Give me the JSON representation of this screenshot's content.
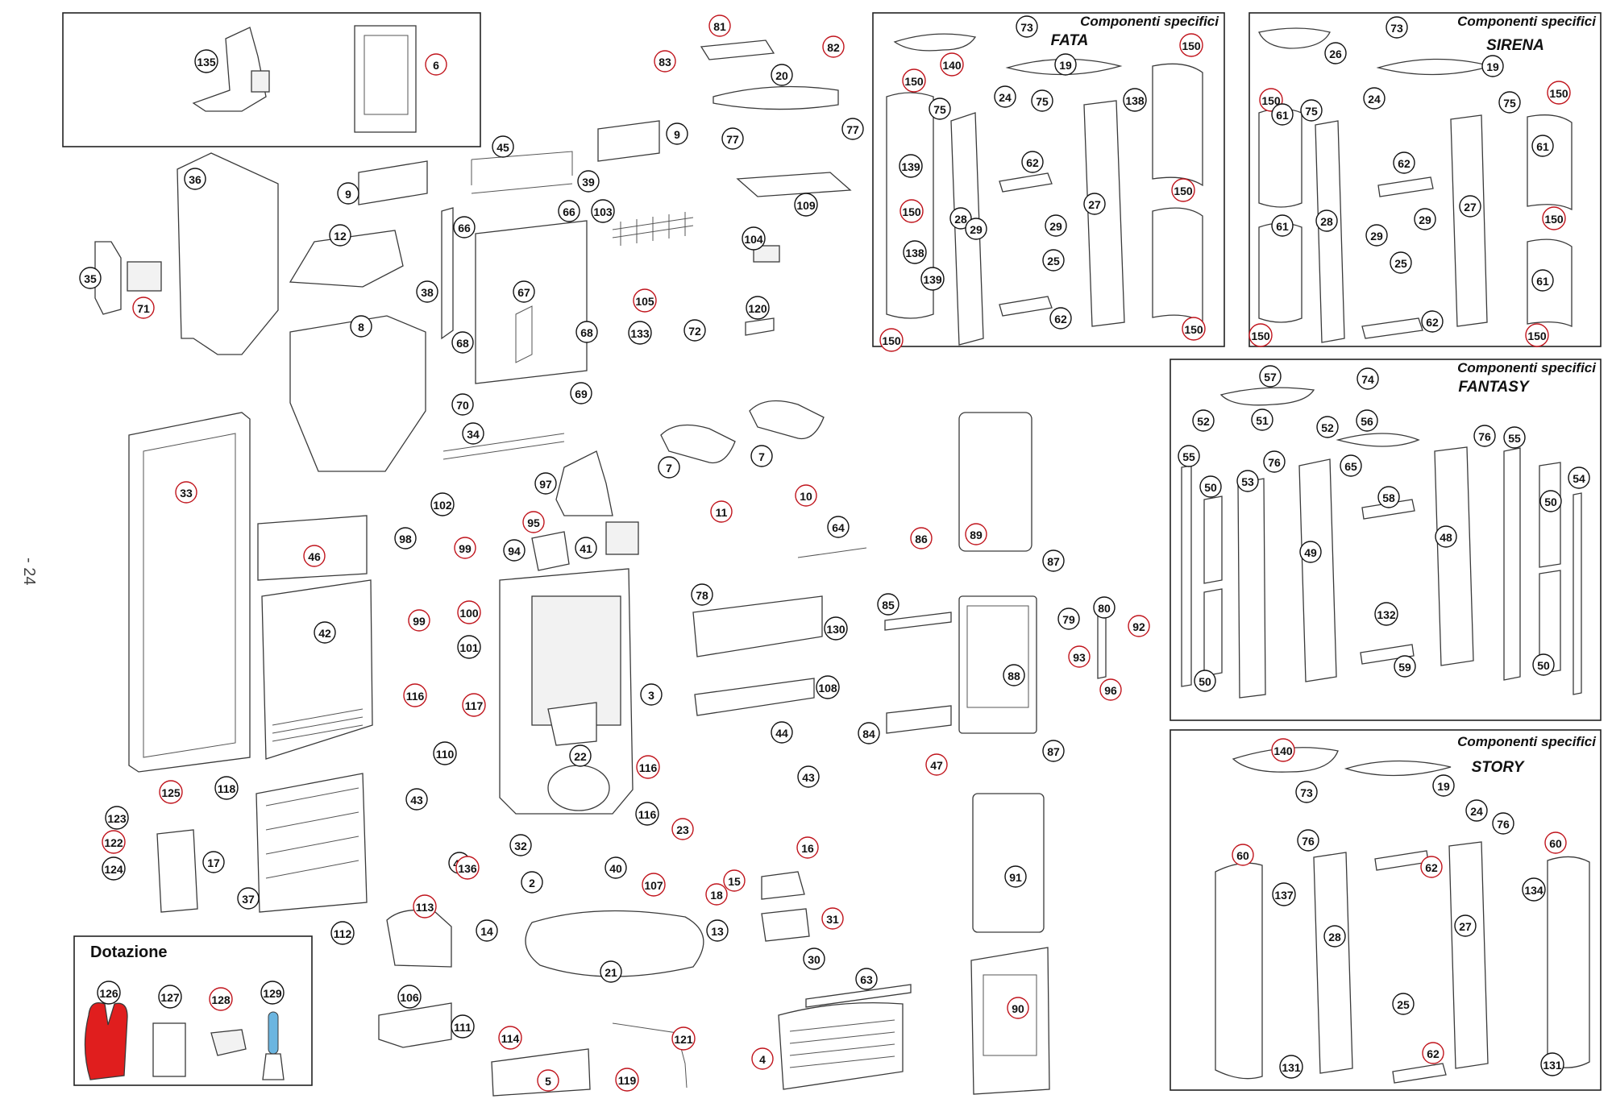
{
  "page_number": "- 24",
  "kit_label": "Dotazione",
  "variant_panels": [
    {
      "title": "Componenti specifici",
      "name": "FATA"
    },
    {
      "title": "Componenti specifici",
      "name": "SIRENA"
    },
    {
      "title": "Componenti specifici",
      "name": "FANTASY"
    },
    {
      "title": "Componenti specifici",
      "name": "STORY"
    }
  ],
  "colors": {
    "callout_red": "#c0141c",
    "callout_black": "#111111",
    "glove": "#e01e1e",
    "spatula_handle": "#6bb5e0"
  },
  "callouts": [
    {
      "label": "135",
      "red": false
    },
    {
      "label": "6",
      "red": true
    },
    {
      "label": "36",
      "red": false
    },
    {
      "label": "35",
      "red": false
    },
    {
      "label": "71",
      "red": true
    },
    {
      "label": "9",
      "red": false
    },
    {
      "label": "12",
      "red": false
    },
    {
      "label": "8",
      "red": false
    },
    {
      "label": "38",
      "red": false
    },
    {
      "label": "66",
      "red": false
    },
    {
      "label": "66",
      "red": false
    },
    {
      "label": "103",
      "red": false
    },
    {
      "label": "67",
      "red": false
    },
    {
      "label": "68",
      "red": false
    },
    {
      "label": "68",
      "red": false
    },
    {
      "label": "70",
      "red": false
    },
    {
      "label": "69",
      "red": false
    },
    {
      "label": "45",
      "red": false
    },
    {
      "label": "39",
      "red": false
    },
    {
      "label": "9",
      "red": false
    },
    {
      "label": "81",
      "red": true
    },
    {
      "label": "83",
      "red": true
    },
    {
      "label": "82",
      "red": true
    },
    {
      "label": "20",
      "red": false
    },
    {
      "label": "77",
      "red": false
    },
    {
      "label": "77",
      "red": false
    },
    {
      "label": "109",
      "red": false
    },
    {
      "label": "104",
      "red": false
    },
    {
      "label": "105",
      "red": true
    },
    {
      "label": "120",
      "red": false
    },
    {
      "label": "133",
      "red": false
    },
    {
      "label": "72",
      "red": false
    },
    {
      "label": "33",
      "red": true
    },
    {
      "label": "34",
      "red": false
    },
    {
      "label": "7",
      "red": false
    },
    {
      "label": "7",
      "red": false
    },
    {
      "label": "10",
      "red": true
    },
    {
      "label": "97",
      "red": false
    },
    {
      "label": "95",
      "red": true
    },
    {
      "label": "94",
      "red": false
    },
    {
      "label": "41",
      "red": false
    },
    {
      "label": "11",
      "red": true
    },
    {
      "label": "64",
      "red": false
    },
    {
      "label": "46",
      "red": true
    },
    {
      "label": "42",
      "red": false
    },
    {
      "label": "102",
      "red": false
    },
    {
      "label": "98",
      "red": false
    },
    {
      "label": "99",
      "red": true
    },
    {
      "label": "100",
      "red": true
    },
    {
      "label": "99",
      "red": true
    },
    {
      "label": "101",
      "red": false
    },
    {
      "label": "116",
      "red": true
    },
    {
      "label": "117",
      "red": true
    },
    {
      "label": "110",
      "red": false
    },
    {
      "label": "22",
      "red": false
    },
    {
      "label": "3",
      "red": false
    },
    {
      "label": "116",
      "red": true
    },
    {
      "label": "78",
      "red": false
    },
    {
      "label": "130",
      "red": false
    },
    {
      "label": "108",
      "red": false
    },
    {
      "label": "44",
      "red": false
    },
    {
      "label": "43",
      "red": false
    },
    {
      "label": "86",
      "red": true
    },
    {
      "label": "89",
      "red": true
    },
    {
      "label": "87",
      "red": false
    },
    {
      "label": "85",
      "red": false
    },
    {
      "label": "88",
      "red": false
    },
    {
      "label": "84",
      "red": false
    },
    {
      "label": "47",
      "red": true
    },
    {
      "label": "87",
      "red": false
    },
    {
      "label": "79",
      "red": false
    },
    {
      "label": "80",
      "red": false
    },
    {
      "label": "92",
      "red": true
    },
    {
      "label": "93",
      "red": true
    },
    {
      "label": "96",
      "red": true
    },
    {
      "label": "125",
      "red": true
    },
    {
      "label": "118",
      "red": false
    },
    {
      "label": "123",
      "red": false
    },
    {
      "label": "122",
      "red": true
    },
    {
      "label": "124",
      "red": false
    },
    {
      "label": "17",
      "red": false
    },
    {
      "label": "37",
      "red": false
    },
    {
      "label": "43",
      "red": false
    },
    {
      "label": "44",
      "red": false
    },
    {
      "label": "136",
      "red": true
    },
    {
      "label": "116",
      "red": false
    },
    {
      "label": "23",
      "red": true
    },
    {
      "label": "32",
      "red": false
    },
    {
      "label": "40",
      "red": false
    },
    {
      "label": "15",
      "red": true
    },
    {
      "label": "16",
      "red": true
    },
    {
      "label": "2",
      "red": false
    },
    {
      "label": "107",
      "red": true
    },
    {
      "label": "18",
      "red": true
    },
    {
      "label": "13",
      "red": false
    },
    {
      "label": "31",
      "red": true
    },
    {
      "label": "113",
      "red": true
    },
    {
      "label": "112",
      "red": false
    },
    {
      "label": "14",
      "red": false
    },
    {
      "label": "21",
      "red": false
    },
    {
      "label": "30",
      "red": false
    },
    {
      "label": "91",
      "red": false
    },
    {
      "label": "63",
      "red": false
    },
    {
      "label": "106",
      "red": false
    },
    {
      "label": "111",
      "red": false
    },
    {
      "label": "114",
      "red": true
    },
    {
      "label": "121",
      "red": true
    },
    {
      "label": "90",
      "red": true
    },
    {
      "label": "4",
      "red": true
    },
    {
      "label": "5",
      "red": true
    },
    {
      "label": "119",
      "red": true
    },
    {
      "label": "126",
      "red": false
    },
    {
      "label": "127",
      "red": false
    },
    {
      "label": "128",
      "red": true
    },
    {
      "label": "129",
      "red": false
    },
    {
      "label": "73",
      "red": false
    },
    {
      "label": "140",
      "red": true
    },
    {
      "label": "19",
      "red": false
    },
    {
      "label": "150",
      "red": true
    },
    {
      "label": "150",
      "red": true
    },
    {
      "label": "75",
      "red": false
    },
    {
      "label": "24",
      "red": false
    },
    {
      "label": "138",
      "red": false
    },
    {
      "label": "75",
      "red": false
    },
    {
      "label": "139",
      "red": false
    },
    {
      "label": "28",
      "red": false
    },
    {
      "label": "62",
      "red": false
    },
    {
      "label": "29",
      "red": false
    },
    {
      "label": "29",
      "red": false
    },
    {
      "label": "27",
      "red": false
    },
    {
      "label": "150",
      "red": true
    },
    {
      "label": "150",
      "red": true
    },
    {
      "label": "138",
      "red": false
    },
    {
      "label": "25",
      "red": false
    },
    {
      "label": "139",
      "red": false
    },
    {
      "label": "62",
      "red": false
    },
    {
      "label": "150",
      "red": true
    },
    {
      "label": "150",
      "red": true
    },
    {
      "label": "26",
      "red": false
    },
    {
      "label": "73",
      "red": false
    },
    {
      "label": "19",
      "red": false
    },
    {
      "label": "150",
      "red": true
    },
    {
      "label": "61",
      "red": false
    },
    {
      "label": "75",
      "red": false
    },
    {
      "label": "24",
      "red": false
    },
    {
      "label": "75",
      "red": false
    },
    {
      "label": "150",
      "red": true
    },
    {
      "label": "62",
      "red": false
    },
    {
      "label": "61",
      "red": false
    },
    {
      "label": "28",
      "red": false
    },
    {
      "label": "29",
      "red": false
    },
    {
      "label": "29",
      "red": false
    },
    {
      "label": "27",
      "red": false
    },
    {
      "label": "61",
      "red": false
    },
    {
      "label": "150",
      "red": true
    },
    {
      "label": "25",
      "red": false
    },
    {
      "label": "61",
      "red": false
    },
    {
      "label": "62",
      "red": false
    },
    {
      "label": "150",
      "red": true
    },
    {
      "label": "150",
      "red": true
    },
    {
      "label": "57",
      "red": false
    },
    {
      "label": "74",
      "red": false
    },
    {
      "label": "52",
      "red": false
    },
    {
      "label": "51",
      "red": false
    },
    {
      "label": "52",
      "red": false
    },
    {
      "label": "56",
      "red": false
    },
    {
      "label": "55",
      "red": false
    },
    {
      "label": "76",
      "red": false
    },
    {
      "label": "55",
      "red": false
    },
    {
      "label": "65",
      "red": false
    },
    {
      "label": "76",
      "red": false
    },
    {
      "label": "50",
      "red": false
    },
    {
      "label": "53",
      "red": false
    },
    {
      "label": "58",
      "red": false
    },
    {
      "label": "54",
      "red": false
    },
    {
      "label": "49",
      "red": false
    },
    {
      "label": "48",
      "red": false
    },
    {
      "label": "50",
      "red": false
    },
    {
      "label": "132",
      "red": false
    },
    {
      "label": "50",
      "red": false
    },
    {
      "label": "59",
      "red": false
    },
    {
      "label": "50",
      "red": false
    },
    {
      "label": "140",
      "red": true
    },
    {
      "label": "19",
      "red": false
    },
    {
      "label": "73",
      "red": false
    },
    {
      "label": "24",
      "red": false
    },
    {
      "label": "76",
      "red": false
    },
    {
      "label": "76",
      "red": false
    },
    {
      "label": "60",
      "red": true
    },
    {
      "label": "60",
      "red": true
    },
    {
      "label": "62",
      "red": true
    },
    {
      "label": "137",
      "red": false
    },
    {
      "label": "134",
      "red": false
    },
    {
      "label": "28",
      "red": false
    },
    {
      "label": "27",
      "red": false
    },
    {
      "label": "25",
      "red": false
    },
    {
      "label": "131",
      "red": false
    },
    {
      "label": "62",
      "red": true
    },
    {
      "label": "131",
      "red": false
    }
  ]
}
